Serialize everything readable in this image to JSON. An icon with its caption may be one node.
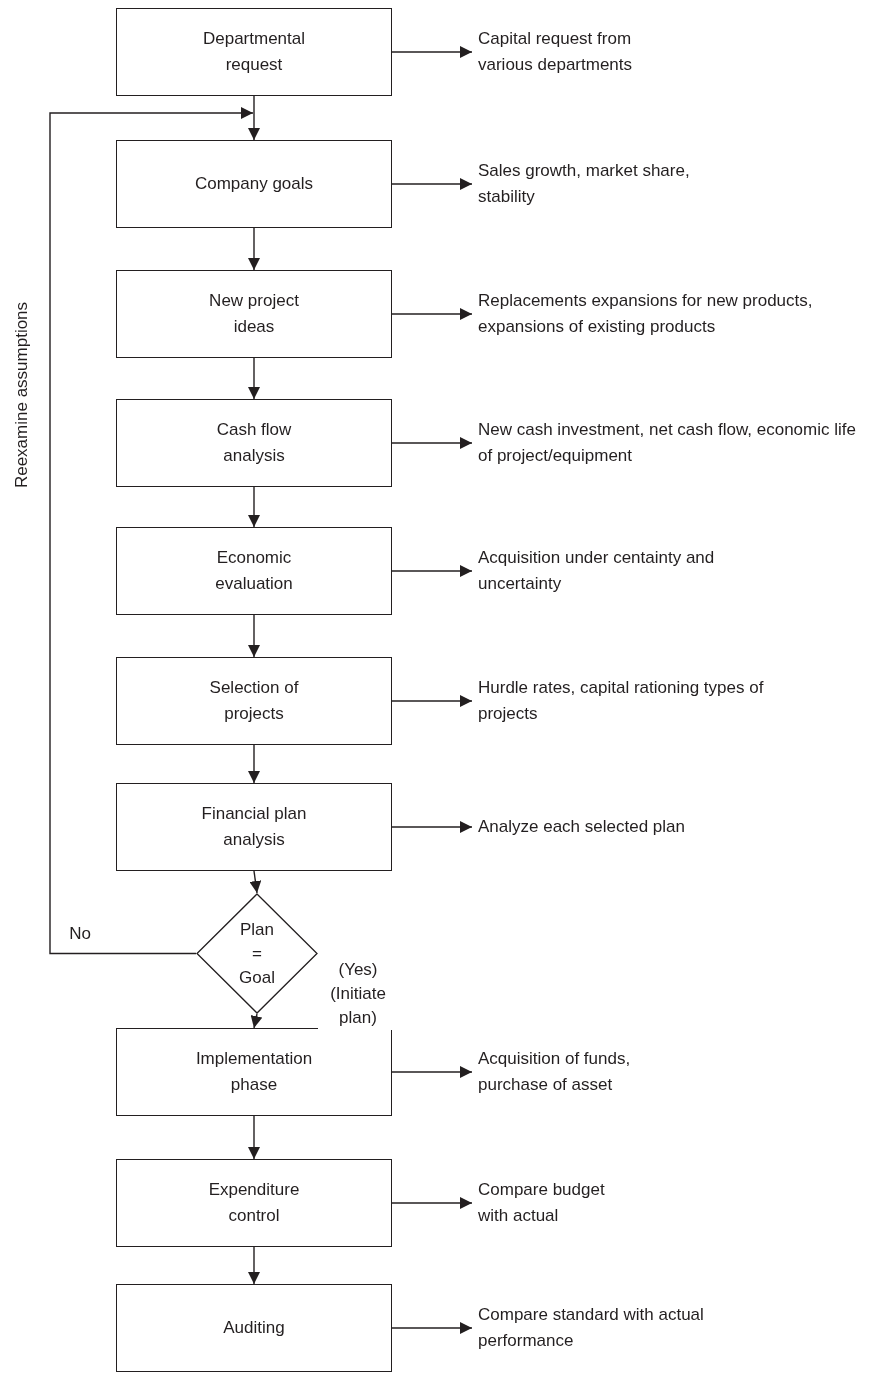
{
  "diagram": {
    "nodes": [
      {
        "text": [
          "Departmental request"
        ]
      },
      {
        "text": [
          "Capital request from various departments"
        ]
      },
      {
        "text": [
          "Company goals"
        ]
      },
      {
        "text": [
          "Sales growth, market share, stability"
        ]
      },
      {
        "text": [
          "New project ideas"
        ]
      },
      {
        "text": [
          "Replacements expansions for new products, expansions of existing products"
        ]
      },
      {
        "text": [
          "Cash flow analysis"
        ]
      },
      {
        "text": [
          "New cash investment, net cash flow, economic life of project/equipment"
        ]
      },
      {
        "text": [
          "Economic evaluation"
        ]
      },
      {
        "text": [
          "Acquisition under centainty and uncertainty"
        ]
      },
      {
        "text": [
          "Selection of projects"
        ]
      },
      {
        "text": [
          "Hurdle rates, capital rationing types of projects"
        ]
      },
      {
        "text": [
          "Financial plan analysis"
        ]
      },
      {
        "text": [
          "Analyze each selected plan"
        ]
      },
      {
        "text": [
          "Plan = Goal"
        ]
      },
      {
        "text": [
          "Implementation phase"
        ]
      },
      {
        "text": [
          "Acquisition of funds, purchase of asset"
        ]
      },
      {
        "text": [
          "Expenditure control"
        ]
      },
      {
        "text": [
          "Compare budget with actual"
        ]
      },
      {
        "text": [
          "Auditing"
        ]
      },
      {
        "text": [
          "Compare standard with actual performance"
        ]
      }
    ],
    "edges": [
      {
        "from": 0,
        "to": 1,
        "arrow": "to"
      },
      {
        "from": 0,
        "to": 2,
        "arrow": "to"
      },
      {
        "from": 2,
        "to": 3,
        "arrow": "to"
      },
      {
        "from": 2,
        "to": 4,
        "arrow": "to"
      },
      {
        "from": 4,
        "to": 5,
        "arrow": "to"
      },
      {
        "from": 4,
        "to": 6,
        "arrow": "to"
      },
      {
        "from": 6,
        "to": 7,
        "arrow": "to"
      },
      {
        "from": 6,
        "to": 8,
        "arrow": "to"
      },
      {
        "from": 8,
        "to": 9,
        "arrow": "to"
      },
      {
        "from": 8,
        "to": 10,
        "arrow": "to"
      },
      {
        "from": 10,
        "to": 11,
        "arrow": "to"
      },
      {
        "from": 10,
        "to": 12,
        "arrow": "to"
      },
      {
        "from": 12,
        "to": 13,
        "arrow": "to"
      },
      {
        "from": 12,
        "to": 14,
        "arrow": "to"
      },
      {
        "from": 14,
        "to": 2,
        "arrow": "to",
        "label": "No"
      },
      {
        "from": 14,
        "to": 15,
        "arrow": "to",
        "label": "(Yes) (Initiate plan)"
      },
      {
        "from": 15,
        "to": 16,
        "arrow": "to"
      },
      {
        "from": 15,
        "to": 17,
        "arrow": "to"
      },
      {
        "from": 17,
        "to": 18,
        "arrow": "to"
      },
      {
        "from": 17,
        "to": 19,
        "arrow": "to"
      },
      {
        "from": 19,
        "to": 20,
        "arrow": "to"
      }
    ],
    "labels": [
      "Reexamine assumptions"
    ]
  }
}
